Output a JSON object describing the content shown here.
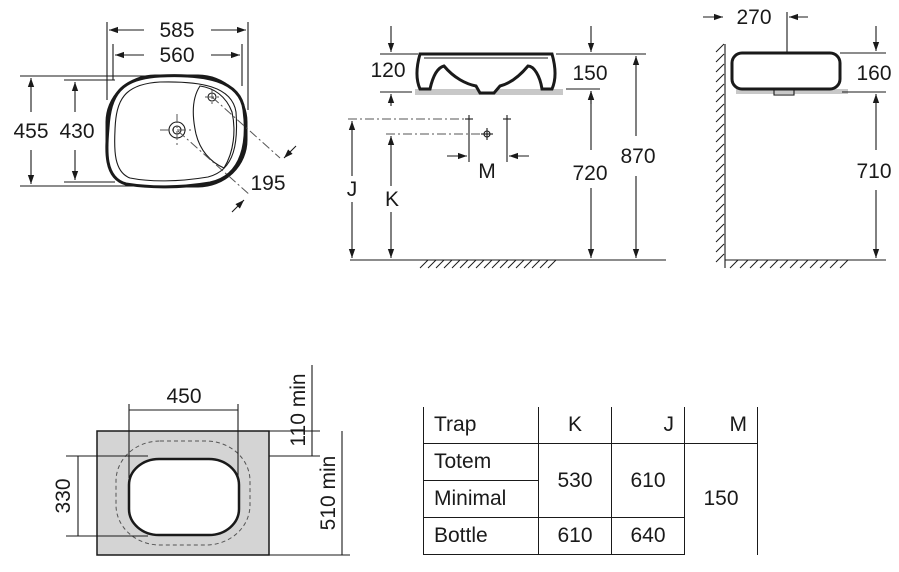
{
  "views": {
    "top": {
      "outer_width": "585",
      "inner_width": "560",
      "outer_depth": "455",
      "inner_depth": "430",
      "offset": "195"
    },
    "front": {
      "bowl_depth": "120",
      "rim_height": "150",
      "height_to_rim": "870",
      "height_to_counter": "720",
      "label_j": "J",
      "label_k": "K",
      "label_m": "M"
    },
    "side": {
      "wall_offset": "270",
      "bowl_height": "160",
      "counter_height": "710"
    },
    "cutout": {
      "width": "450",
      "height": "330",
      "back_clearance": "110 min",
      "front_clearance": "510 min"
    }
  },
  "trap_table": {
    "headers": [
      "Trap",
      "K",
      "J",
      "M"
    ],
    "rows": [
      {
        "trap": "Totem",
        "k": "530",
        "j": "610",
        "m": "150"
      },
      {
        "trap": "Minimal"
      },
      {
        "trap": "Bottle",
        "k": "610",
        "j": "640"
      }
    ]
  }
}
